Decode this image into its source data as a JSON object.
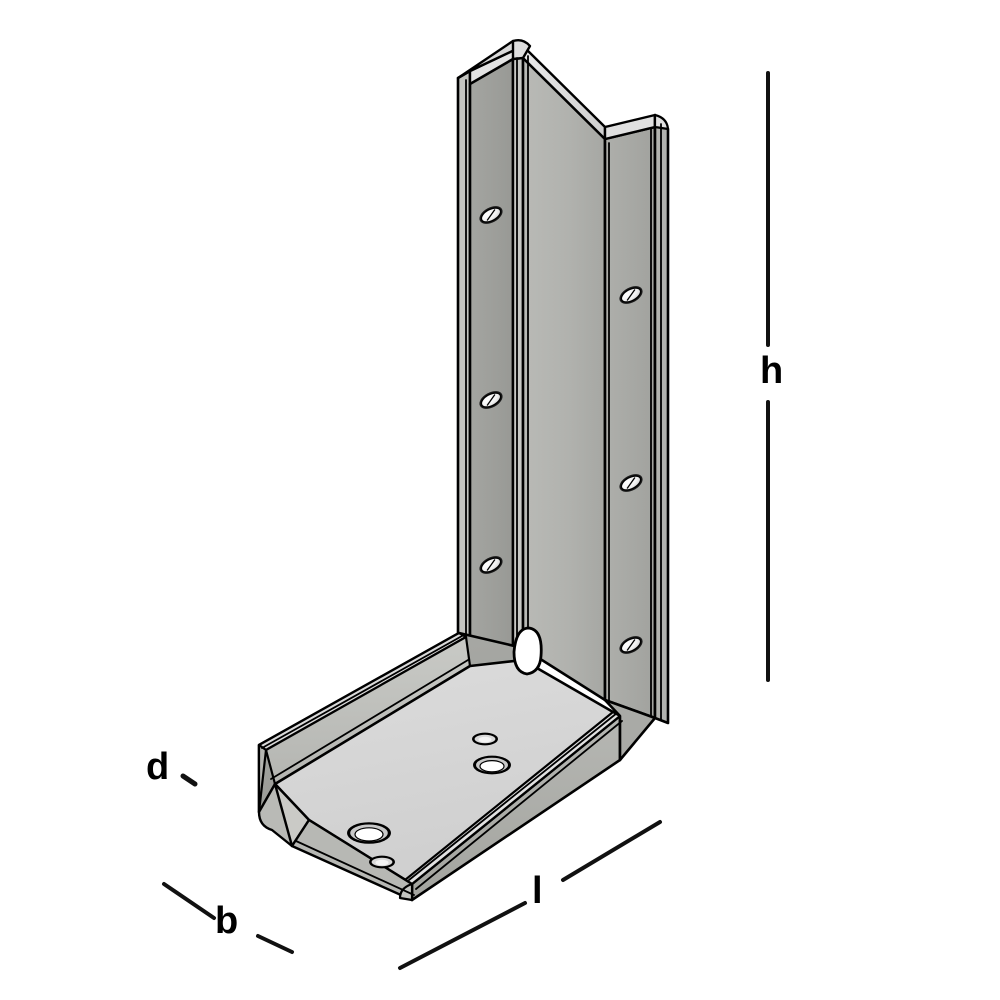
{
  "drawing": {
    "title": "Angle bracket isometric technical drawing",
    "description": "Reinforced U-channel steel angle bracket shown in isometric projection with dimension callouts",
    "background_color": "#ffffff",
    "line_color": "#000000",
    "colors": {
      "face_front_vertical": "#9e9e9e",
      "face_inner_vertical": "#b0b1ac",
      "face_right_flange": "#a8a9a5",
      "face_outer_left": "#b7b8b4",
      "face_bottom_inner": "#d3d3d3",
      "face_bottom_front": "#b0b1ad",
      "face_bottom_top_rail": "#a0a19d",
      "face_edge_light": "#e6e6e6",
      "highlight_white": "#ffffff",
      "outline": "#000000"
    }
  },
  "dimensions": {
    "height": {
      "label": "h",
      "name": "height-dimension"
    },
    "length": {
      "label": "l",
      "name": "length-dimension"
    },
    "breadth": {
      "label": "b",
      "name": "breadth-dimension"
    },
    "depth": {
      "label": "d",
      "name": "depth-dimension"
    }
  },
  "features": {
    "holes_front_vertical": 3,
    "holes_right_vertical": 3,
    "holes_base_plate": 4,
    "corner_notch": "rounded white notch at inner corner junction"
  }
}
